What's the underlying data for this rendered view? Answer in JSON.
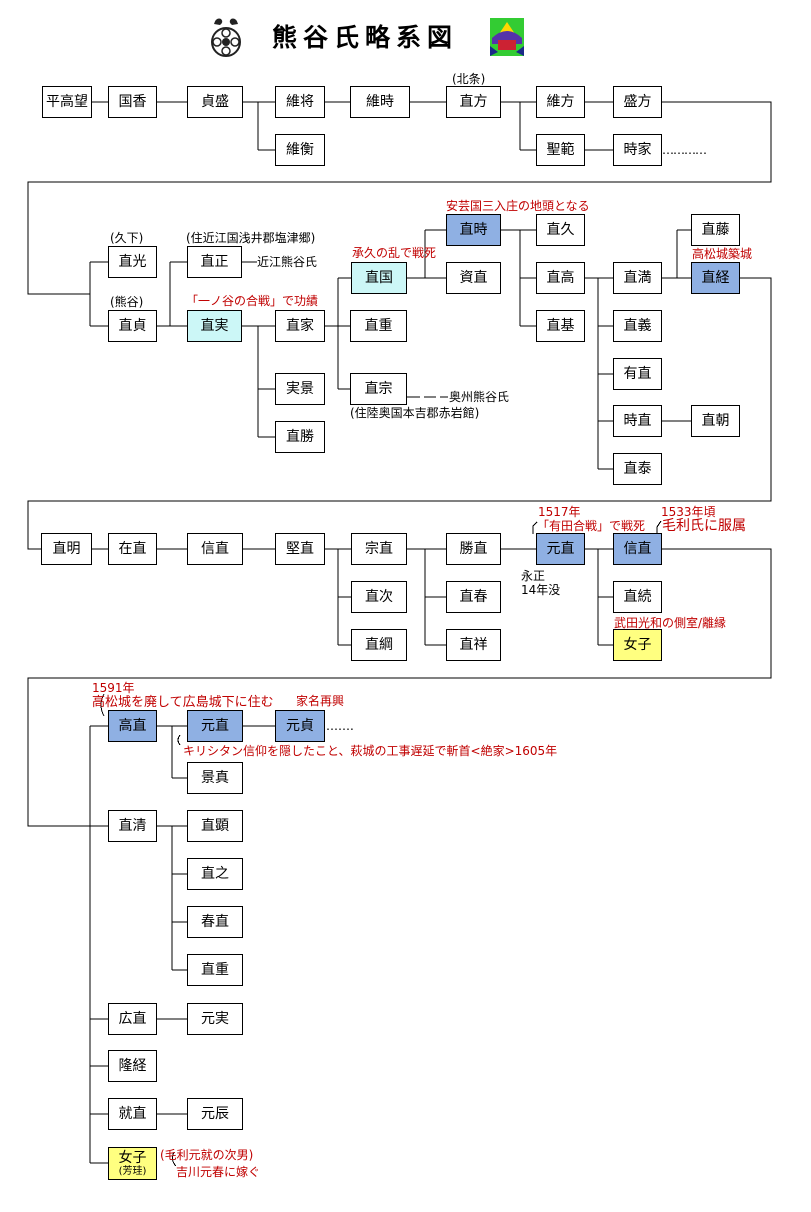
{
  "title": "熊谷氏略系図",
  "icons": {
    "crest": "kumagai-crest-icon",
    "kabuto": "kabuto-helmet-icon"
  },
  "people": {
    "taira_takamochi": "平高望",
    "kunika": "国香",
    "sadamori": "貞盛",
    "koremasa": "維将",
    "korehira": "維衡",
    "koretoki": "維時",
    "naokata": "直方",
    "koremasa2": "維方",
    "morikata": "盛方",
    "shohan": "聖範",
    "tokiie": "時家",
    "naomitsu": "直光",
    "naosada": "直貞",
    "naomasa": "直正",
    "naozane": "直実",
    "naoie": "直家",
    "sanekage": "実景",
    "naokatsu": "直勝",
    "naokuni": "直国",
    "naoshige": "直重",
    "naomune": "直宗",
    "naotoki": "直時",
    "sukenao": "資直",
    "naohisa": "直久",
    "naotaka": "直高",
    "naomoto": "直基",
    "naomitsu2": "直満",
    "naofuji": "直藤",
    "naotsune": "直経",
    "naoyoshi": "直義",
    "arinao": "有直",
    "tokinao": "時直",
    "naotomo": "直朝",
    "naoyasu": "直泰",
    "naoaki": "直明",
    "arinao2": "在直",
    "nobunao": "信直",
    "katanao": "堅直",
    "munenao": "宗直",
    "naotsugu": "直次",
    "naotsuna": "直綱",
    "katsunao": "勝直",
    "naoharu": "直春",
    "naoyoshi2": "直祥",
    "motonao": "元直",
    "nobunao2": "信直",
    "naotsugu2": "直続",
    "joshi": "女子",
    "takanao": "高直",
    "motonao2": "元直",
    "motosada": "元貞",
    "kagezane": "景真",
    "naokiyo": "直清",
    "naoaki2": "直顕",
    "naoyuki": "直之",
    "harunao": "春直",
    "naoshige2": "直重",
    "hironao": "広直",
    "motozane": "元実",
    "takatsune": "隆経",
    "narinao": "就直",
    "motonobu": "元辰",
    "joshi2": "女子",
    "joshi2_sub": "(芳珪)"
  },
  "notes": {
    "hojo": "(北条)",
    "dots1": "…………",
    "kuge": "(久下)",
    "kumagai": "(熊谷)",
    "omi_residence": "(住近江国浅井郡塩津郷)",
    "omi_kumagai": "近江熊谷氏",
    "ichinotani": "「一ノ谷の合戦」で功績",
    "jokyu": "承久の乱で戦死",
    "aki_jito": "安芸国三入庄の地頭となる",
    "takamatsu_build": "高松城築城",
    "oshu_kumagai": "奥州熊谷氏",
    "mutsu_residence": "(住陸奥国本吉郡赤岩館)",
    "year_1517": "1517年",
    "arita_battle": "「有田合戦」で戦死",
    "eisho": "永正\n14年没",
    "year_1533": "1533年頃",
    "mori_obey": "毛利氏に服属",
    "takeda_wife": "武田光和の側室/離縁",
    "year_1591": "1591年",
    "hiroshima_move": "高松城を廃して広島城下に住む",
    "family_revival": "家名再興",
    "dots2": "…….",
    "christian": "キリシタン信仰を隠したこと、萩城の工事遅延で斬首<絶家>1605年",
    "mori_son": "(毛利元就の次男)",
    "kikkawa": "吉川元春に嫁ぐ"
  }
}
